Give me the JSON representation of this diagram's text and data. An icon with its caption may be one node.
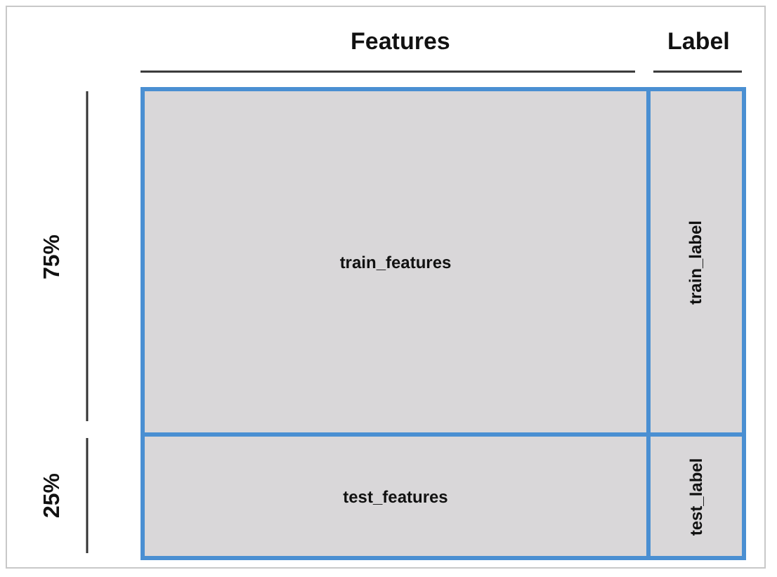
{
  "diagram": {
    "nodes": [
      {
        "text": [
          "train_features"
        ]
      },
      {
        "text": [
          "train_label"
        ]
      },
      {
        "text": [
          "test_features"
        ]
      },
      {
        "text": [
          "test_label"
        ]
      }
    ],
    "edges": [],
    "labels": [
      "Features",
      "Label",
      "75%",
      "25%"
    ]
  }
}
